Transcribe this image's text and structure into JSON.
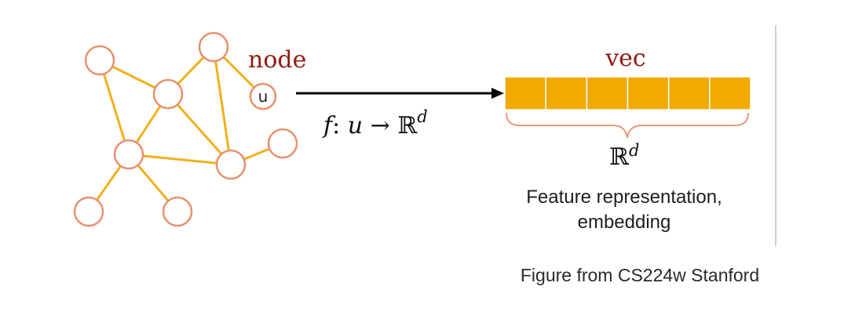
{
  "labels": {
    "node": "node",
    "vec": "vec",
    "u": "u",
    "mapping_f": "f",
    "mapping_colon": ": ",
    "mapping_u": "u",
    "mapping_arrow": " → ",
    "reals": "ℝ",
    "dim": "d"
  },
  "feature_caption": {
    "line1": "Feature representation,",
    "line2": "embedding"
  },
  "source_caption": "Figure from CS224w Stanford",
  "colors": {
    "node_stroke": "#e8906e",
    "edge": "#f0b11d",
    "vector_fill": "#f0aa00",
    "brace": "#e89a7a",
    "label_red": "#8f1b12",
    "divider": "#cfcfcf"
  },
  "vector": {
    "cells": 6
  }
}
